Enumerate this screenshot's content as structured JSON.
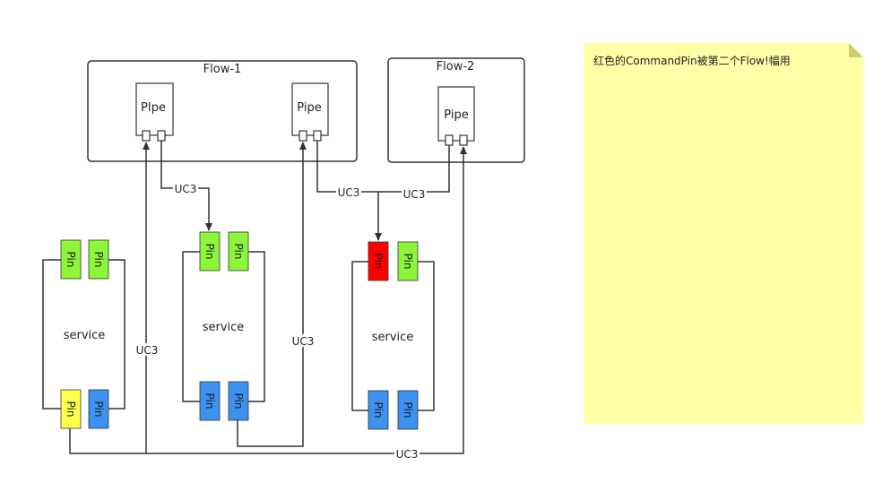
{
  "colors": {
    "pin_green": "#8CF53A",
    "pin_blue": "#3D91F0",
    "pin_yellow": "#FFFF4D",
    "pin_red": "#FF0000",
    "note_bg": "#FFFFA8",
    "line": "#333333"
  },
  "flows": [
    {
      "title": "Flow-1",
      "pipes": [
        "PIpe",
        "Pipe"
      ]
    },
    {
      "title": "Flow-2",
      "pipes": [
        "Pipe"
      ]
    }
  ],
  "services": [
    {
      "label": "service",
      "top_pins": [
        {
          "text": "Pin",
          "color": "green"
        },
        {
          "text": "Pin",
          "color": "green"
        }
      ],
      "bottom_pins": [
        {
          "text": "Pin",
          "color": "yellow"
        },
        {
          "text": "Pin",
          "color": "blue"
        }
      ]
    },
    {
      "label": "service",
      "top_pins": [
        {
          "text": "Pin",
          "color": "green"
        },
        {
          "text": "Pin",
          "color": "green"
        }
      ],
      "bottom_pins": [
        {
          "text": "Pin",
          "color": "blue"
        },
        {
          "text": "Pin",
          "color": "blue"
        }
      ]
    },
    {
      "label": "service",
      "top_pins": [
        {
          "text": "Pin",
          "color": "red"
        },
        {
          "text": "Pin",
          "color": "green"
        }
      ],
      "bottom_pins": [
        {
          "text": "Pin",
          "color": "blue"
        },
        {
          "text": "Pin",
          "color": "blue"
        }
      ]
    }
  ],
  "connections": [
    {
      "label": "UC3"
    },
    {
      "label": "UC3"
    },
    {
      "label": "UC3"
    },
    {
      "label": "UC3"
    },
    {
      "label": "UC3"
    },
    {
      "label": "UC3"
    }
  ],
  "note": {
    "text": "红色的CommandPin被第二个Flow!幅用"
  }
}
